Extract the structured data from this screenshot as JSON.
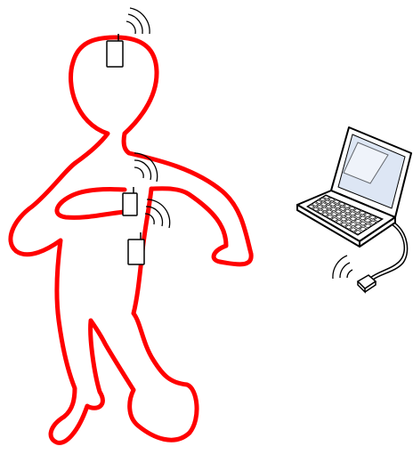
{
  "diagram": {
    "colors": {
      "background": "#ffffff",
      "body_outline": "#ff0000",
      "line": "#000000",
      "laptop_screen": "#dde6f4",
      "laptop_screen_glare": "#ffffff",
      "laptop_shell": "#ffffff"
    },
    "figure": {
      "shape": "human-body-outline",
      "sensors": [
        {
          "location": "head",
          "icon": "sensor-node-icon",
          "wireless": true
        },
        {
          "location": "chest",
          "icon": "sensor-node-icon",
          "wireless": true
        },
        {
          "location": "torso",
          "icon": "sensor-node-icon",
          "wireless": true
        }
      ]
    },
    "laptop": {
      "icon": "laptop-icon",
      "receiver": {
        "icon": "usb-dongle-icon",
        "wireless": true
      }
    }
  }
}
